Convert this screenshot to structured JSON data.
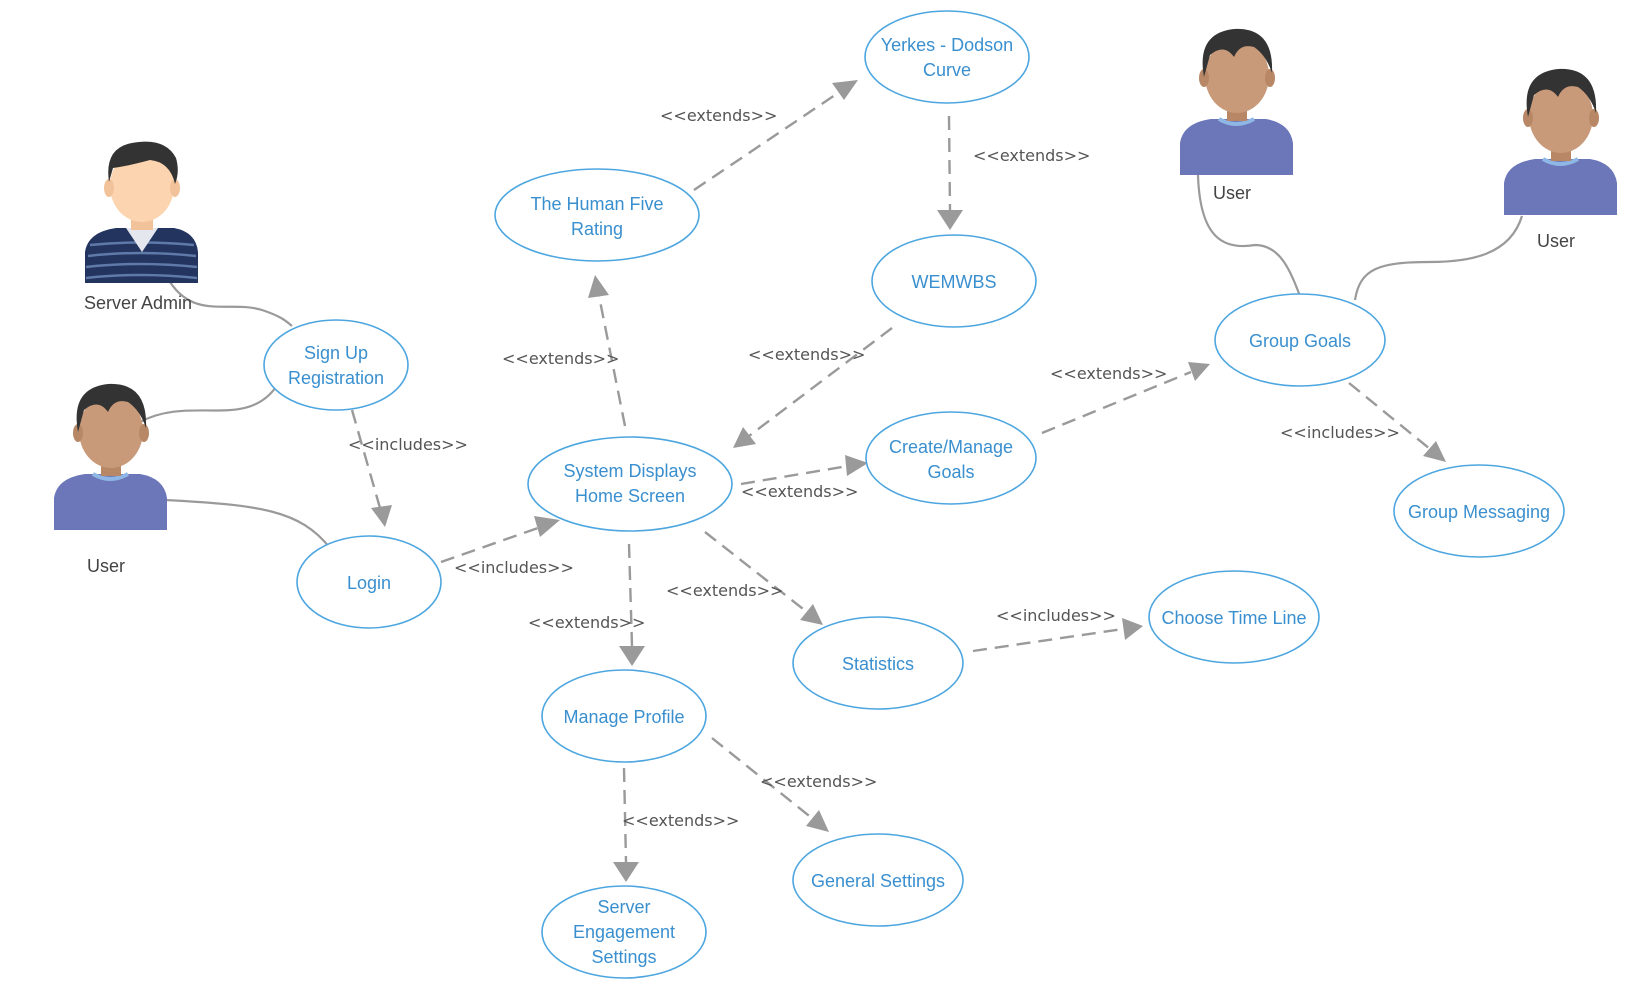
{
  "actors": [
    {
      "id": "server-admin",
      "label": "Server Admin",
      "kind": "admin"
    },
    {
      "id": "user-left",
      "label": "User",
      "kind": "user"
    },
    {
      "id": "user-top",
      "label": "User",
      "kind": "user"
    },
    {
      "id": "user-right",
      "label": "User",
      "kind": "user"
    }
  ],
  "use_cases": [
    {
      "id": "signup",
      "lines": [
        "Sign Up",
        "Registration"
      ]
    },
    {
      "id": "login",
      "lines": [
        "Login"
      ]
    },
    {
      "id": "home",
      "lines": [
        "System Displays",
        "Home Screen"
      ]
    },
    {
      "id": "human5",
      "lines": [
        "The Human Five",
        "Rating"
      ]
    },
    {
      "id": "yerkes",
      "lines": [
        "Yerkes - Dodson",
        "Curve"
      ]
    },
    {
      "id": "wemwbs",
      "lines": [
        "WEMWBS"
      ]
    },
    {
      "id": "goals",
      "lines": [
        "Create/Manage",
        "Goals"
      ]
    },
    {
      "id": "group-goals",
      "lines": [
        "Group Goals"
      ]
    },
    {
      "id": "group-msg",
      "lines": [
        "Group Messaging"
      ]
    },
    {
      "id": "statistics",
      "lines": [
        "Statistics"
      ]
    },
    {
      "id": "timeline",
      "lines": [
        "Choose Time Line"
      ]
    },
    {
      "id": "profile",
      "lines": [
        "Manage Profile"
      ]
    },
    {
      "id": "general",
      "lines": [
        "General Settings"
      ]
    },
    {
      "id": "server-eng",
      "lines": [
        "Server",
        "Engagement",
        "Settings"
      ]
    }
  ],
  "relations": [
    {
      "id": "signup-login",
      "label": "<<includes>>"
    },
    {
      "id": "login-home",
      "label": "<<includes>>"
    },
    {
      "id": "home-human5",
      "label": "<<extends>>"
    },
    {
      "id": "human5-yerkes",
      "label": "<<extends>>"
    },
    {
      "id": "yerkes-wemwbs",
      "label": "<<extends>>"
    },
    {
      "id": "wemwbs-home",
      "label": "<<extends>>"
    },
    {
      "id": "home-goals",
      "label": "<<extends>>"
    },
    {
      "id": "goals-group",
      "label": "<<extends>>"
    },
    {
      "id": "group-msg",
      "label": "<<includes>>"
    },
    {
      "id": "home-stats",
      "label": "<<extends>>"
    },
    {
      "id": "stats-timeline",
      "label": "<<includes>>"
    },
    {
      "id": "home-profile",
      "label": "<<extends>>"
    },
    {
      "id": "profile-general",
      "label": "<<extends>>"
    },
    {
      "id": "profile-server",
      "label": "<<extends>>"
    }
  ],
  "colors": {
    "use_case_stroke": "#4da6df",
    "use_case_text": "#3a8fcf",
    "relation_line": "#9a9a9a",
    "user_shirt": "#6b77b8",
    "user_skin": "#c99a7a",
    "admin_skin": "#fcd4b0",
    "admin_shirt": "#23345f",
    "hair": "#333333"
  }
}
